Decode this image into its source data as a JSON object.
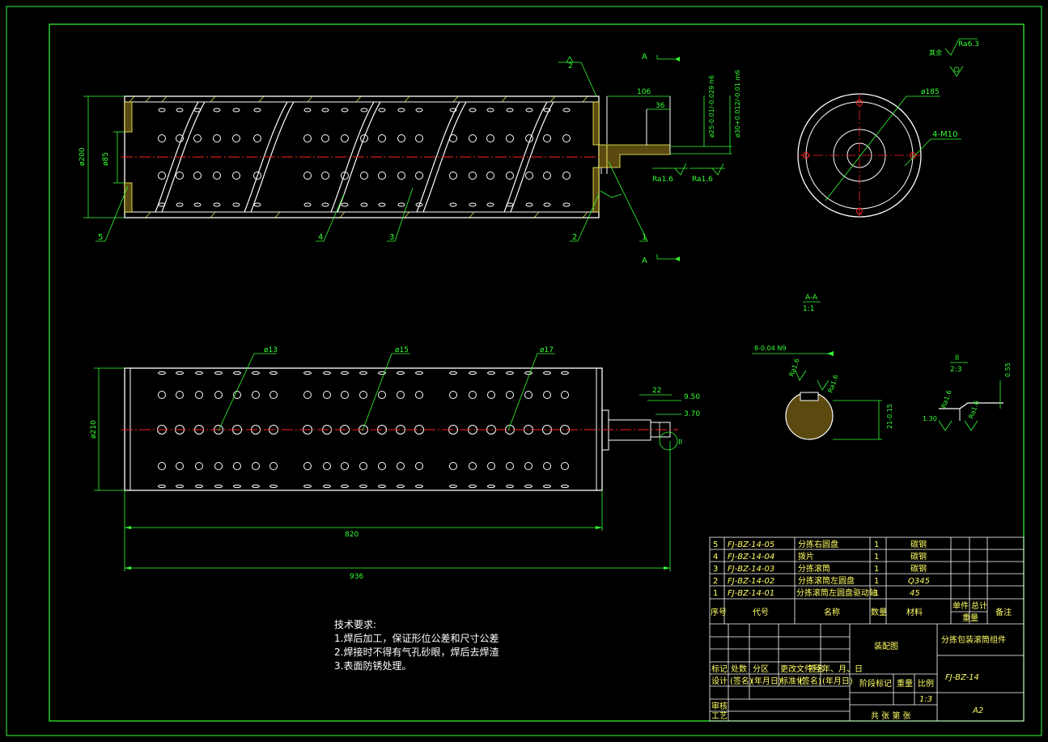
{
  "section_marks": {
    "a_top": "A",
    "a_bottom": "A",
    "aa_title": "A-A",
    "aa_scale": "1:1",
    "detail_title": "II",
    "detail_scale": "2:3",
    "detail_ref": "II"
  },
  "part_numbers": [
    "5",
    "4",
    "3",
    "2",
    "1"
  ],
  "dims_front": {
    "d200": "ø200",
    "d85": "ø85",
    "l106": "106",
    "l36": "36",
    "shaft1": "ø25-0.01/-0.029 h6",
    "shaft2": "ø30+0.012/-0.01 m6",
    "ra_left": "Ra1.6",
    "ra_right": "Ra1.6",
    "weld": "2"
  },
  "dims_bottom": {
    "d210": "ø210",
    "h13": "ø13",
    "h15": "ø15",
    "h17": "ø17",
    "l22": "22",
    "l950": "9.50",
    "l370": "3.70",
    "l820": "820",
    "l936": "936"
  },
  "end_view": {
    "d185": "ø185",
    "m10": "4-M10"
  },
  "roughness": {
    "rest_label": "其余",
    "value": "Ra6.3"
  },
  "section_aa": {
    "key": "8-0.04 N9",
    "ra1": "Ra1.6",
    "ra2": "Ra1.6",
    "depth": "21-0.15"
  },
  "detail": {
    "v055": "0.55",
    "v130": "1.30",
    "ra1": "Ra1.6",
    "ra2": "Ra1.6"
  },
  "bom_rows": [
    {
      "no": "5",
      "code": "FJ-BZ-14-05",
      "name": "分拣右圆盘",
      "qty": "1",
      "material": "碳钢"
    },
    {
      "no": "4",
      "code": "FJ-BZ-14-04",
      "name": "拨片",
      "qty": "1",
      "material": "碳钢"
    },
    {
      "no": "3",
      "code": "FJ-BZ-14-03",
      "name": "分拣滚筒",
      "qty": "1",
      "material": "碳钢"
    },
    {
      "no": "2",
      "code": "FJ-BZ-14-02",
      "name": "分拣滚筒左圆盘",
      "qty": "1",
      "material": "Q345"
    },
    {
      "no": "1",
      "code": "FJ-BZ-14-01",
      "name": "分拣滚筒左圆盘驱动轴",
      "qty": "1",
      "material": "45"
    }
  ],
  "bom_header": {
    "no": "序号",
    "code": "代号",
    "name": "名称",
    "qty": "数量",
    "material": "材料",
    "single": "单件",
    "total": "总计",
    "weight": "重量",
    "remark": "备注"
  },
  "title_block": {
    "drawing_type": "装配图",
    "part_name": "分拣包装滚筒组件",
    "drawing_no": "FJ-BZ-14",
    "size": "A2",
    "scale": "1:3",
    "row1": [
      "标记",
      "处数",
      "分区",
      "更改文件号",
      "签名",
      "年、月、日"
    ],
    "row2": [
      "设计",
      "(签名)",
      "(年月日)",
      "标准化",
      "(签名)",
      "(年月日)"
    ],
    "stage_label": "阶段标记",
    "weight_label": "重量",
    "scale_label": "比例",
    "review": "审核",
    "process": "工艺",
    "sheets": "共  张 第  张"
  },
  "notes": {
    "title": "技术要求:",
    "items": [
      "1.焊后加工，保证形位公差和尺寸公差",
      "2.焊接时不得有气孔砂眼，焊后去焊渣",
      "3.表面防锈处理。"
    ]
  }
}
